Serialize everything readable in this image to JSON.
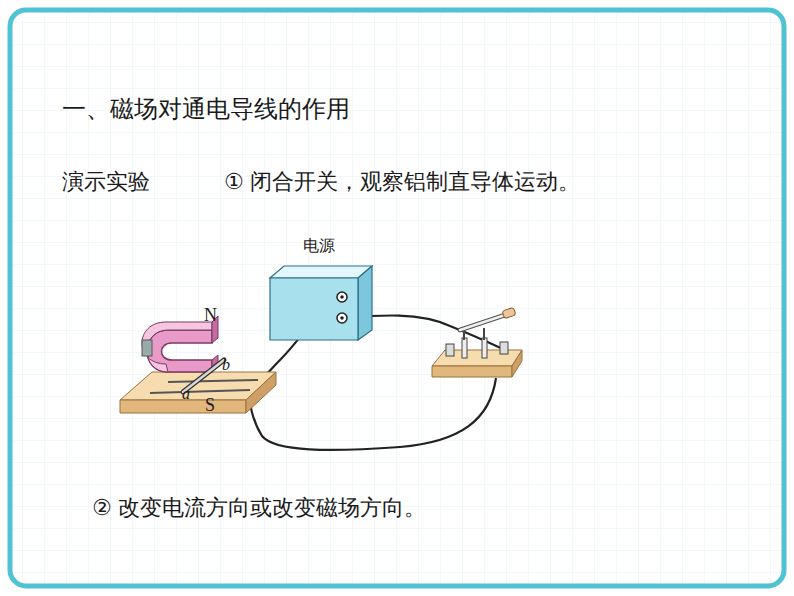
{
  "diagram": {
    "title": "一、磁场对通电导线的作用",
    "nodes": [
      {
        "text": [
          "电源"
        ]
      }
    ],
    "labels": [
      "演示实验",
      "① 闭合开关，观察铝制直导体运动。",
      "N",
      "S",
      "a",
      "b",
      "② 改变电流方向或改变磁场方向。"
    ]
  }
}
